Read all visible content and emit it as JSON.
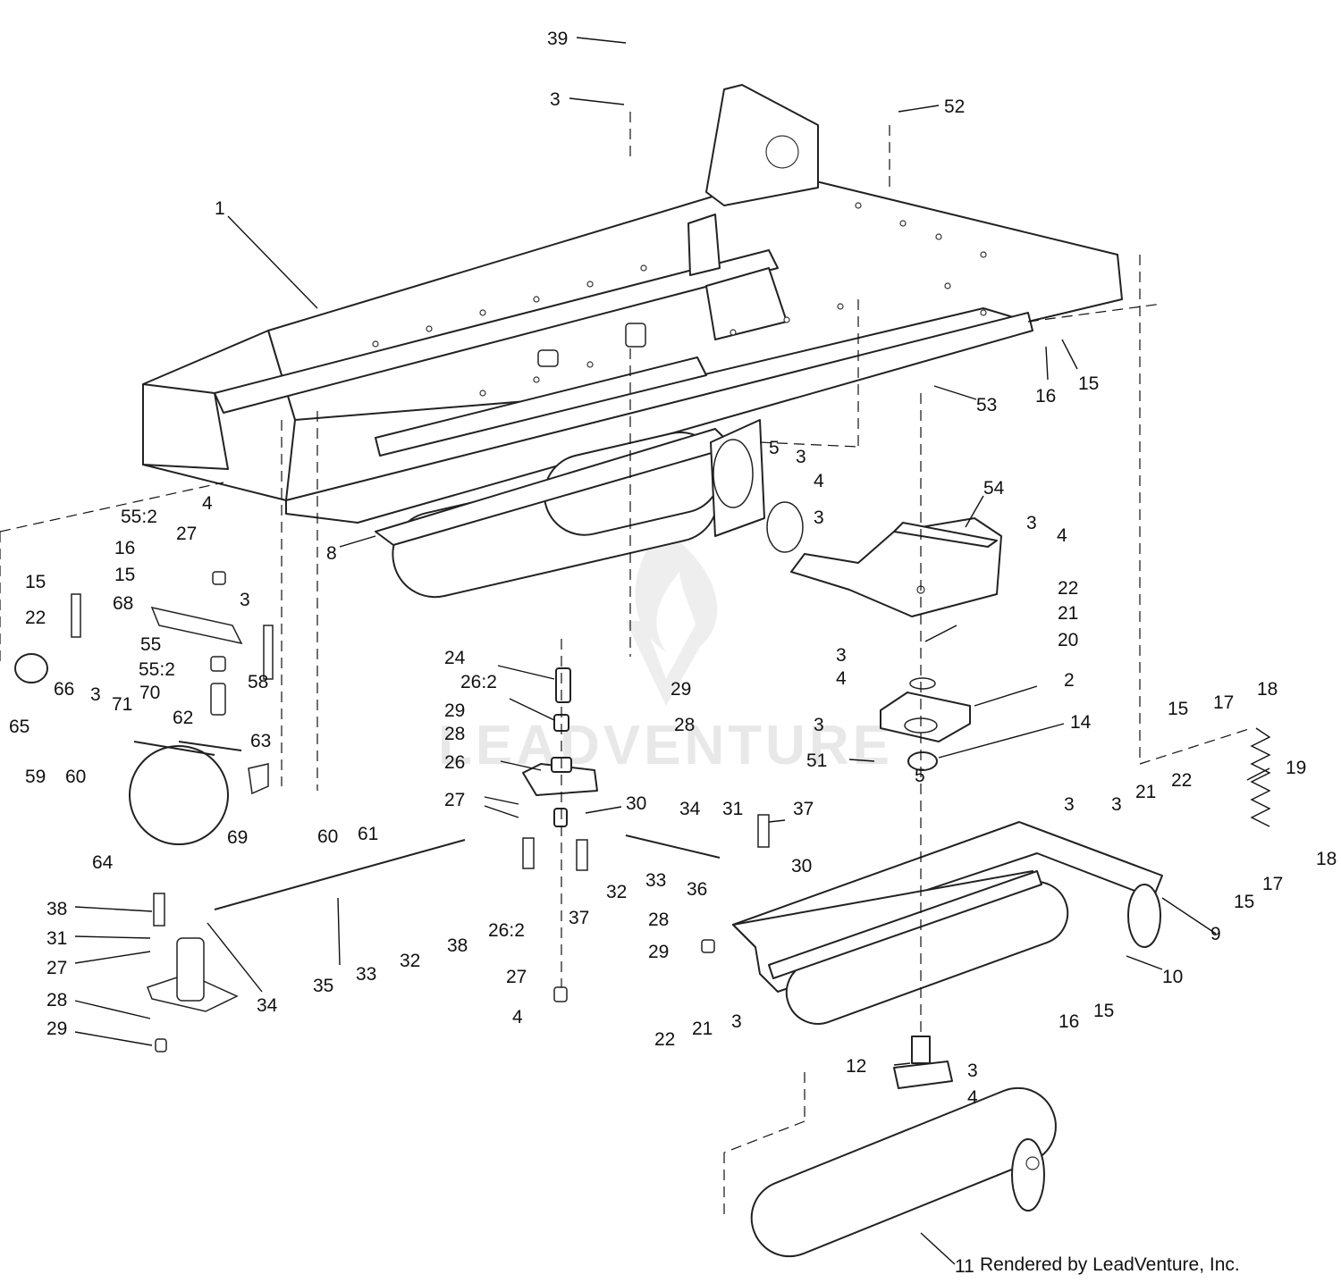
{
  "watermark": {
    "text": "LEADVENTURE",
    "logo": "leadventure-flame-logo"
  },
  "credit": "Rendered by LeadVenture, Inc.",
  "labels": {
    "c39": "39",
    "c3a": "3",
    "c52": "52",
    "c1": "1",
    "c16a": "16",
    "c15a": "15",
    "c53": "53",
    "c5a": "5",
    "c3b": "3",
    "c54": "54",
    "c4a": "4",
    "c3c": "3",
    "c3d": "3",
    "c4b": "4",
    "c8": "8",
    "c4c": "4",
    "c55_2a": "55:2",
    "c27a": "27",
    "c16b": "16",
    "c15b": "15",
    "c15c": "15",
    "c68": "68",
    "c22a": "22",
    "c55": "55",
    "c3e": "3",
    "c55_2b": "55:2",
    "c70": "70",
    "c58": "58",
    "c65": "65",
    "c66": "66",
    "c3f": "3",
    "c71": "71",
    "c62": "62",
    "c63": "63",
    "c59": "59",
    "c60a": "60",
    "c64": "64",
    "c69": "69",
    "c60b": "60",
    "c61": "61",
    "c22b": "22",
    "c21a": "21",
    "c20": "20",
    "c3g": "3",
    "c4d": "4",
    "c2": "2",
    "c3h": "3",
    "c14": "14",
    "c51": "51",
    "c24": "24",
    "c26_2a": "26:2",
    "c29a": "29",
    "c29b": "29",
    "c28a": "28",
    "c28b": "28",
    "c26": "26",
    "c27b": "27",
    "c30a": "30",
    "c34a": "34",
    "c31a": "31",
    "c37a": "37",
    "c15d": "15",
    "c17a": "17",
    "c18a": "18",
    "c19": "19",
    "c5b": "5",
    "c3i": "3",
    "c3j": "3",
    "c21b": "21",
    "c22c": "22",
    "c18b": "18",
    "c15e": "15",
    "c17b": "17",
    "c9": "9",
    "c30b": "30",
    "c28c": "28",
    "c29c": "29",
    "c36": "36",
    "c33a": "33",
    "c32a": "32",
    "c37b": "37",
    "c26_2b": "26:2",
    "c38a": "38",
    "c32b": "32",
    "c33b": "33",
    "c35": "35",
    "c38b": "38",
    "c31b": "31",
    "c27c": "27",
    "c28d": "28",
    "c29d": "29",
    "c34b": "34",
    "c27d": "27",
    "c4e": "4",
    "c22d": "22",
    "c21c": "21",
    "c3k": "3",
    "c10": "10",
    "c16c": "16",
    "c15f": "15",
    "c12": "12",
    "c3l": "3",
    "c4f": "4",
    "c11": "11"
  }
}
